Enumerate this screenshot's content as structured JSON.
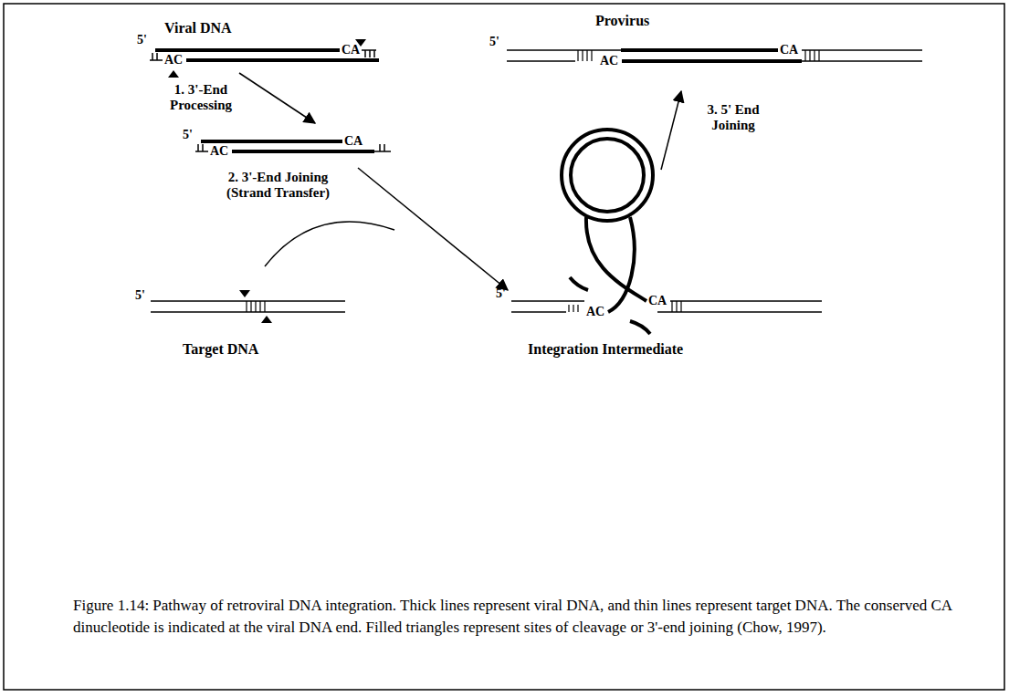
{
  "diagram": {
    "caption": "Figure 1.14: Pathway of retroviral DNA integration. Thick lines represent viral DNA, and thin lines represent target DNA. The conserved CA dinucleotide is indicated at the viral DNA end. Filled triangles represent sites of cleavage or 3'-end joining (Chow, 1997).",
    "labels": [
      "Viral DNA",
      "5'",
      "CA",
      "AC",
      "1. 3'-End Processing",
      "5'",
      "CA",
      "AC",
      "2. 3'-End Joining (Strand Transfer)",
      "5'",
      "Target DNA",
      "5'",
      "AC",
      "CA",
      "Integration Intermediate",
      "3. 5' End Joining",
      "Provirus",
      "5'",
      "CA",
      "AC"
    ]
  }
}
